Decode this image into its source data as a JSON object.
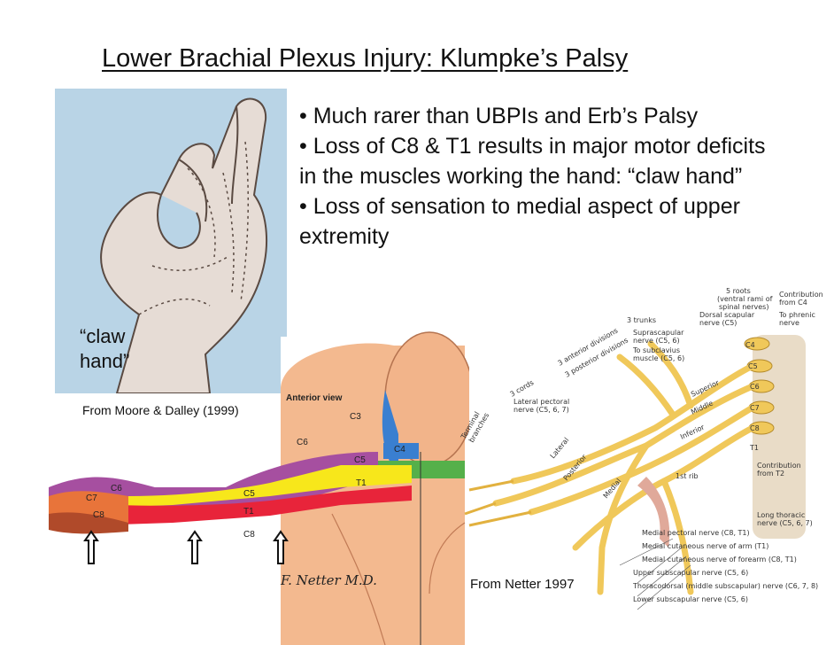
{
  "slide": {
    "title": "Lower Brachial Plexus Injury: Klumpke’s Palsy",
    "bullets": [
      "• Much rarer than UBPIs and Erb’s Palsy",
      "• Loss of C8 & T1 results in major motor deficits in the muscles working the hand: “claw hand”",
      "• Loss of sensation to medial aspect of upper extremity"
    ],
    "hand_caption_line1": "“claw",
    "hand_caption_line2": "hand”",
    "hand_credit": "From Moore & Dalley (1999)",
    "netter_credit": "From Netter 1997"
  },
  "dermatome_figure": {
    "view_label": "Anterior view",
    "labels": [
      "C3",
      "C4",
      "C5",
      "C6",
      "T1",
      "C5",
      "T1",
      "C8",
      "C6",
      "C7",
      "C8"
    ],
    "signature": "F. Netter M.D."
  },
  "plexus_figure": {
    "labels": [
      "5 roots",
      "(ventral rami of",
      "spinal nerves)",
      "Contribution",
      "from C4",
      "3 trunks",
      "Dorsal scapular",
      "nerve (C5)",
      "To phrenic",
      "nerve",
      "Suprascapular",
      "nerve (C5, 6)",
      "To subclavius",
      "muscle (C5, 6)",
      "3 anterior divisions",
      "3 posterior divisions",
      "3 cords",
      "Superior",
      "Middle",
      "Inferior",
      "Lateral pectoral",
      "nerve (C5, 6, 7)",
      "Terminal",
      "branches",
      "Lateral",
      "Posterior",
      "Medial",
      "1st rib",
      "Contribution",
      "from T2",
      "Long thoracic",
      "nerve (C5, 6, 7)",
      "Medial pectoral nerve (C8, T1)",
      "Medial cutaneous nerve of arm (T1)",
      "Medial cutaneous nerve of forearm (C8, T1)",
      "Upper subscapular nerve (C5, 6)",
      "Thoracodorsal (middle subscapular) nerve (C6, 7, 8)",
      "Lower subscapular nerve (C5, 6)",
      "C4",
      "C5",
      "C6",
      "C7",
      "C8",
      "T1"
    ]
  },
  "colors": {
    "hand_panel_bg": "#b9d4e6",
    "skin": "#e8a27a",
    "c5_band": "#f7e71b",
    "t1_band": "#e8243a",
    "c8_band": "#b04a2a",
    "c4_band": "#55b04a",
    "c3_band": "#3a7fd0",
    "nerve_yellow": "#f0c85a"
  },
  "icons": [
    "up-arrow-icon",
    "up-arrow-icon",
    "up-arrow-icon"
  ]
}
